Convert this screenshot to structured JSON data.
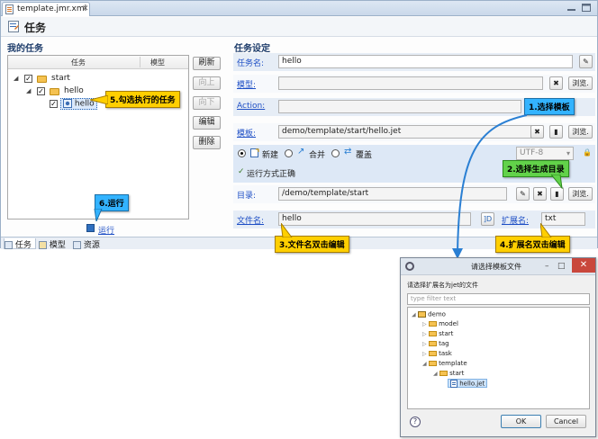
{
  "editor": {
    "file_tab": "template.jmr.xml",
    "title": "任务"
  },
  "left": {
    "section": "我的任务",
    "columns": [
      "任务",
      "模型"
    ],
    "tree": [
      {
        "label": "start",
        "checked": true
      },
      {
        "label": "hello",
        "checked": true
      },
      {
        "label": "hello",
        "checked": true
      }
    ],
    "buttons": [
      "刷新",
      "向上",
      "向下",
      "编辑",
      "删除"
    ],
    "run_label": "运行"
  },
  "bottom_tabs": [
    "任务",
    "模型",
    "资源"
  ],
  "form": {
    "section": "任务设定",
    "task_name_label": "任务名:",
    "task_name_value": "hello",
    "model_label": "模型:",
    "model_value": "",
    "action_label": "Action:",
    "action_value": "",
    "template_label": "模板:",
    "template_value": "demo/template/start/hello.jet",
    "browse": "浏览.",
    "mode_new": "新建",
    "mode_merge": "合并",
    "mode_overwrite": "覆盖",
    "encoding": "UTF-8",
    "run_check": "运行方式正确",
    "dir_label": "目录:",
    "dir_value": "/demo/template/start",
    "filename_label": "文件名:",
    "filename_value": "hello",
    "ext_label": "扩展名:",
    "ext_value": "txt",
    "ext_btn": "]D"
  },
  "callouts": {
    "c1": "1.选择模板",
    "c2": "2.选择生成目录",
    "c3": "3.文件名双击编辑",
    "c4": "4.扩展名双击编辑",
    "c5": "5.勾选执行的任务",
    "c6": "6.运行"
  },
  "dialog": {
    "title": "请选择模板文件",
    "prompt": "请选择扩展名为jet的文件",
    "filter_placeholder": "type filter text",
    "tree": [
      "demo",
      "model",
      "start",
      "tag",
      "task",
      "template",
      "start",
      "hello.jet"
    ],
    "ok": "OK",
    "cancel": "Cancel",
    "help": "?"
  },
  "colors": {
    "callout_yellow": "#ffcf00",
    "callout_blue": "#33b3ff",
    "callout_green": "#62d24a",
    "link_blue": "#1d4ec5"
  }
}
